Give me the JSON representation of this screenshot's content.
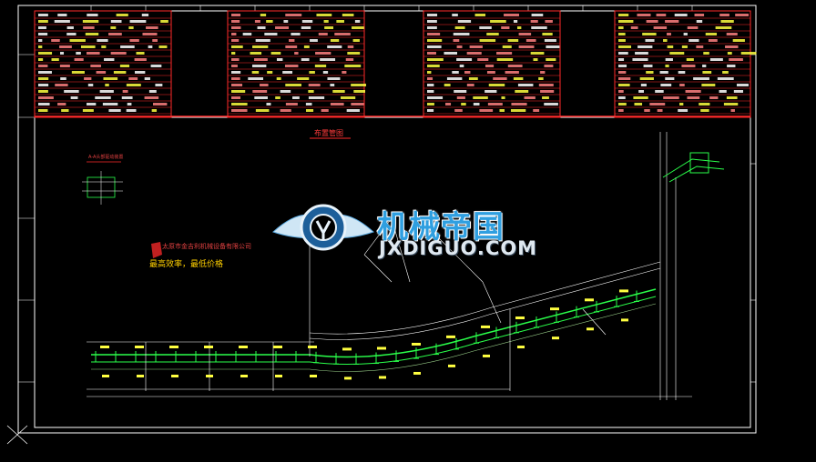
{
  "drawing": {
    "title": "布置管图",
    "company": "太原市金吉利机械设备有限公司",
    "slogan": "最高效率，最低价格",
    "detail_label": "A-A头部驱动装置"
  },
  "watermark": {
    "chinese": "机械帝国",
    "english": "JXDIGUO.COM"
  },
  "colors": {
    "background": "#000000",
    "frame": "#ffffff",
    "title_block": "#ff2a2a",
    "conveyor": "#2aff4a",
    "dimension": "#ffffff",
    "annotation": "#ffff40",
    "watermark_blue": "#2f9fe0"
  }
}
